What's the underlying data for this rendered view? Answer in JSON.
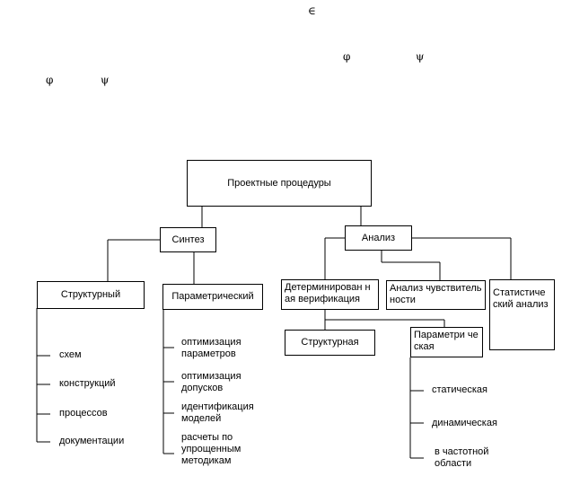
{
  "symbols": {
    "element_of": "∈",
    "phi_1": "φ",
    "psi_1": "ψ",
    "phi_2": "φ",
    "psi_2": "ψ"
  },
  "diagram": {
    "root": "Проектные процедуры",
    "synthesis": {
      "label": "Синтез",
      "structural": {
        "label": "Структурный",
        "items": [
          "схем",
          "конструкций",
          "процессов",
          "документации"
        ]
      },
      "parametric": {
        "label": "Параметрический",
        "items": [
          "оптимизация параметров",
          "оптимизация допусков",
          "идентификация моделей",
          "расчеты по упрощенным методикам"
        ]
      }
    },
    "analysis": {
      "label": "Анализ",
      "deterministic": {
        "label": "Детерминирован ная верификация",
        "structural": "Структурная",
        "parametric": {
          "label": "Параметри ческая",
          "items": [
            "статическая",
            "динамическая",
            "в частотной области"
          ]
        }
      },
      "sensitivity": "Анализ чувствительности",
      "statistical": "Статистиче ский анализ"
    }
  }
}
